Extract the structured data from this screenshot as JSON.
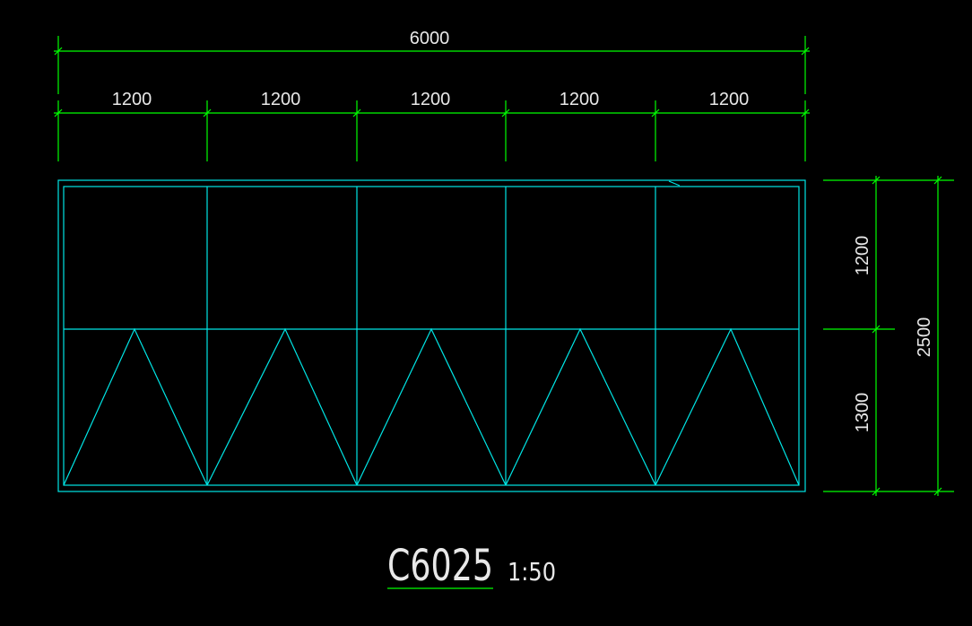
{
  "colors": {
    "background": "#000000",
    "dimension": "#00ff00",
    "window": "#00e5e5",
    "text": "#e8e8e8"
  },
  "dimensions": {
    "overall_width": "6000",
    "segments": [
      "1200",
      "1200",
      "1200",
      "1200",
      "1200"
    ],
    "upper_height": "1200",
    "lower_height": "1300",
    "overall_height": "2500"
  },
  "title": {
    "code": "C6025",
    "scale": "1:50"
  }
}
